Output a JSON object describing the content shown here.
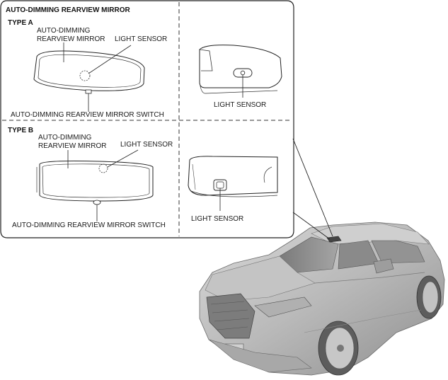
{
  "title": "AUTO-DIMMING REARVIEW MIRROR",
  "type_a": {
    "heading": "TYPE A",
    "mirror_line1": "AUTO-DIMMING",
    "mirror_line2": "REARVIEW MIRROR",
    "sensor": "LIGHT SENSOR",
    "switch": "AUTO-DIMMING  REARVIEW MIRROR SWITCH",
    "rear_sensor": "LIGHT SENSOR"
  },
  "type_b": {
    "heading": "TYPE B",
    "mirror_line1": "AUTO-DIMMING",
    "mirror_line2": "REARVIEW MIRROR",
    "sensor": "LIGHT SENSOR",
    "switch": "AUTO-DIMMING  REARVIEW MIRROR SWITCH",
    "rear_sensor": "LIGHT SENSOR"
  }
}
